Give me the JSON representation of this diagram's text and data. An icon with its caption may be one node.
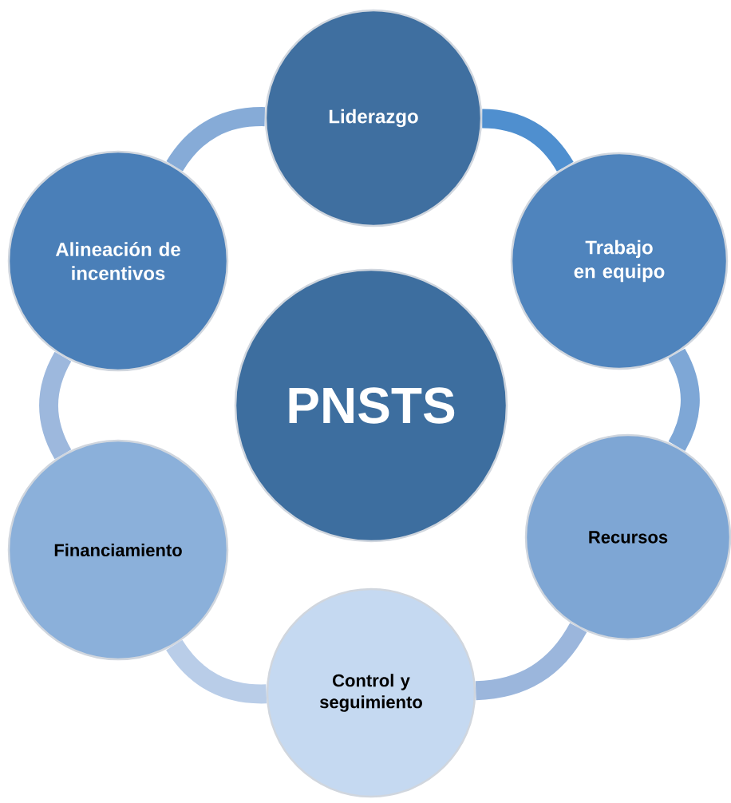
{
  "diagram": {
    "nodes": [
      {
        "text": [
          "Liderazgo"
        ]
      },
      {
        "text": [
          "Alineación de incentivos"
        ]
      },
      {
        "text": [
          "Trabajo en equipo"
        ]
      },
      {
        "text": [
          "PNSTS"
        ]
      },
      {
        "text": [
          "Financiamiento"
        ]
      },
      {
        "text": [
          "Recursos"
        ]
      },
      {
        "text": [
          "Control y seguimiento"
        ]
      }
    ],
    "edges": [
      {
        "from": 0,
        "to": 2,
        "arrow": "none",
        "color": "#4f8fcf"
      },
      {
        "from": 2,
        "to": 5,
        "arrow": "none",
        "color": "#7ea7d6"
      },
      {
        "from": 5,
        "to": 6,
        "arrow": "none",
        "color": "#9bb6dc"
      },
      {
        "from": 6,
        "to": 4,
        "arrow": "none",
        "color": "#b9cde8"
      },
      {
        "from": 4,
        "to": 1,
        "arrow": "none",
        "color": "#9db8dd"
      },
      {
        "from": 1,
        "to": 0,
        "arrow": "none",
        "color": "#86abd7"
      }
    ]
  }
}
